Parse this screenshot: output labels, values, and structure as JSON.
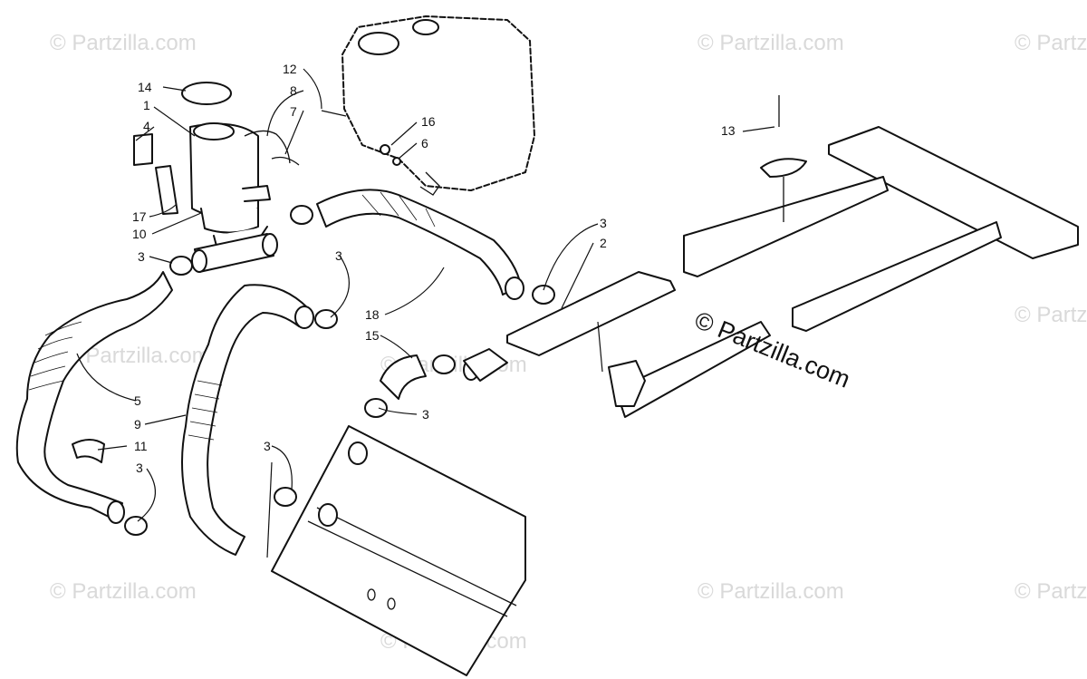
{
  "diagram": {
    "callouts": [
      "14",
      "1",
      "4",
      "17",
      "10",
      "3",
      "8",
      "7",
      "12",
      "16",
      "6",
      "13",
      "3",
      "2",
      "3",
      "18",
      "15",
      "3",
      "5",
      "9",
      "11",
      "3",
      "3"
    ],
    "watermark_main": "© Partzilla.com",
    "watermark_faint": "© Partzilla.com"
  }
}
